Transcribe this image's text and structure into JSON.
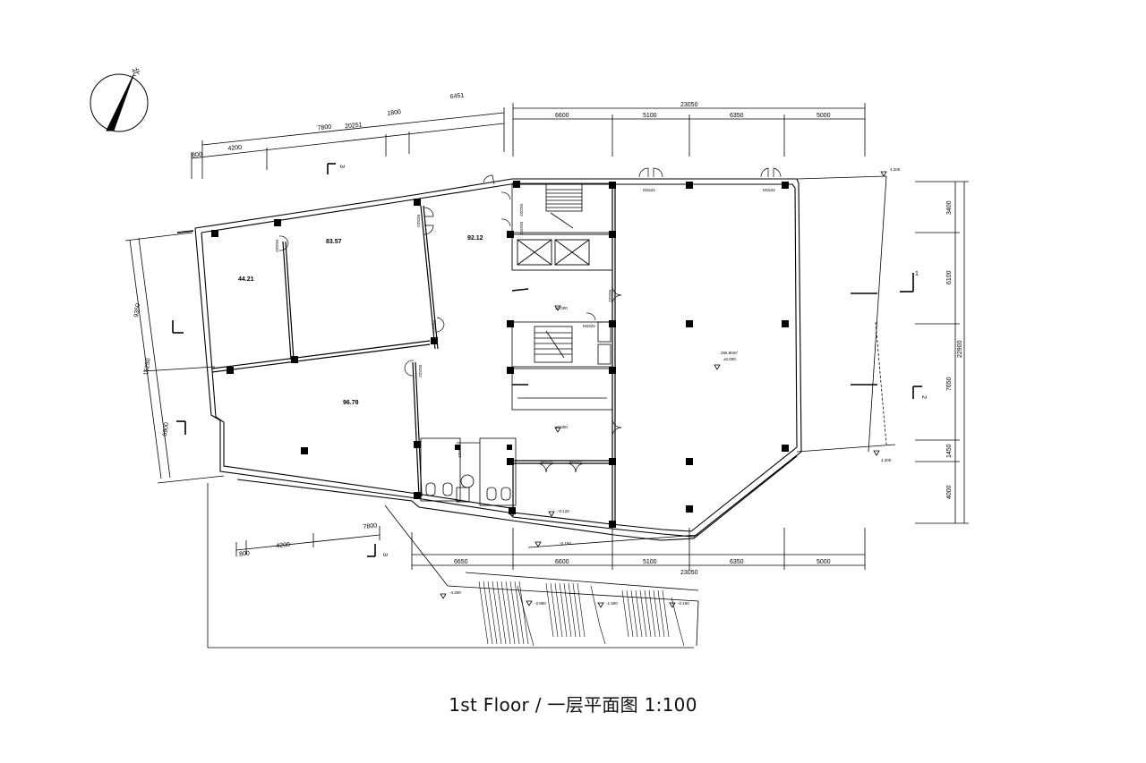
{
  "caption": "1st Floor / 一层平面图 1:100",
  "north_label": "北",
  "dimensions": {
    "top_overall": "23050",
    "top_segments": [
      "6600",
      "5100",
      "6350",
      "5000"
    ],
    "top_left_overall": "20251",
    "top_left_segments": [
      "800",
      "4200",
      "7800",
      "1800",
      "6451"
    ],
    "bottom_overall": "23050",
    "bottom_segments": [
      "6650",
      "6600",
      "5100",
      "6350",
      "5000"
    ],
    "bottom_left_segments": [
      "800",
      "4200",
      "7800"
    ],
    "right_overall": "22900",
    "right_segments": [
      "3400",
      "6100",
      "7650",
      "1450",
      "4000"
    ],
    "left_overall": "16250",
    "left_segments": [
      "9350",
      "6900"
    ]
  },
  "rooms": {
    "r1": "44.21",
    "r2": "83.57",
    "r3": "92.12",
    "r4": "96.78",
    "r5_area": "266.80m²",
    "r5_level": "±0.000"
  },
  "levels": {
    "lobby": "±0.000",
    "corridor": "±0.000",
    "l1": "-0.120",
    "l2": "-0.150",
    "l3": "-4.200",
    "l4": "-2.850",
    "l5": "-1.500",
    "l6": "-0.150",
    "top_right": "4.200",
    "bot_right": "4.200"
  },
  "section_marks": {
    "s1": "1",
    "s2": "2",
    "s3": "3"
  },
  "door_tags": {
    "d1": "M1522",
    "d2": "M1522",
    "d3": "M1022",
    "d4": "M1022",
    "d5": "M1522",
    "d6": "M1522",
    "d7": "M1522",
    "d8": "M1022",
    "d9": "M1522",
    "d10": "M1522",
    "d11": "M1022",
    "d12": "M1522",
    "d13": "M1522"
  }
}
